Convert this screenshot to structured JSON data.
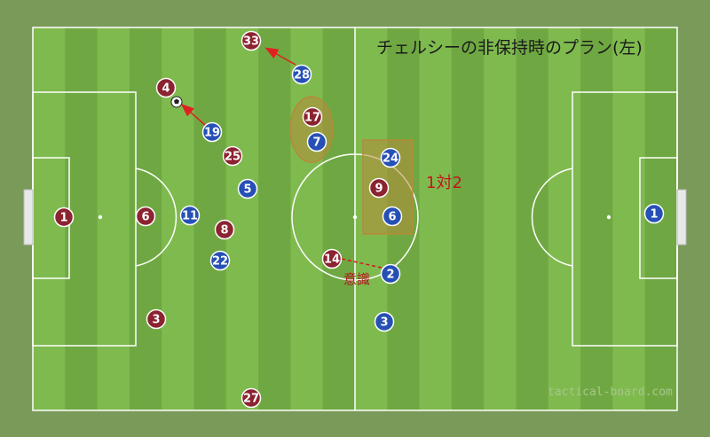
{
  "title": "チェルシーの非保持時のプラン(左)",
  "annotation_1v2": "1対2",
  "annotation_awareness": "意識",
  "watermark": "tactical-board.com",
  "colors": {
    "background": "#7a9a5a",
    "stripe_light": "#7fba4e",
    "stripe_dark": "#6fa842",
    "lines": "#ffffff",
    "team_red": "#8b2330",
    "team_blue": "#2650b5",
    "arrow": "#e02020",
    "zone": "#b58a3a"
  },
  "red_players": [
    {
      "number": "1"
    },
    {
      "number": "6"
    },
    {
      "number": "4"
    },
    {
      "number": "33"
    },
    {
      "number": "25"
    },
    {
      "number": "17"
    },
    {
      "number": "8"
    },
    {
      "number": "9"
    },
    {
      "number": "14"
    },
    {
      "number": "3"
    },
    {
      "number": "27"
    }
  ],
  "blue_players": [
    {
      "number": "28"
    },
    {
      "number": "19"
    },
    {
      "number": "7"
    },
    {
      "number": "5"
    },
    {
      "number": "11"
    },
    {
      "number": "22"
    },
    {
      "number": "24"
    },
    {
      "number": "6"
    },
    {
      "number": "2"
    },
    {
      "number": "3"
    },
    {
      "number": "1"
    }
  ],
  "ball": {
    "icon": "soccer-ball-icon"
  }
}
